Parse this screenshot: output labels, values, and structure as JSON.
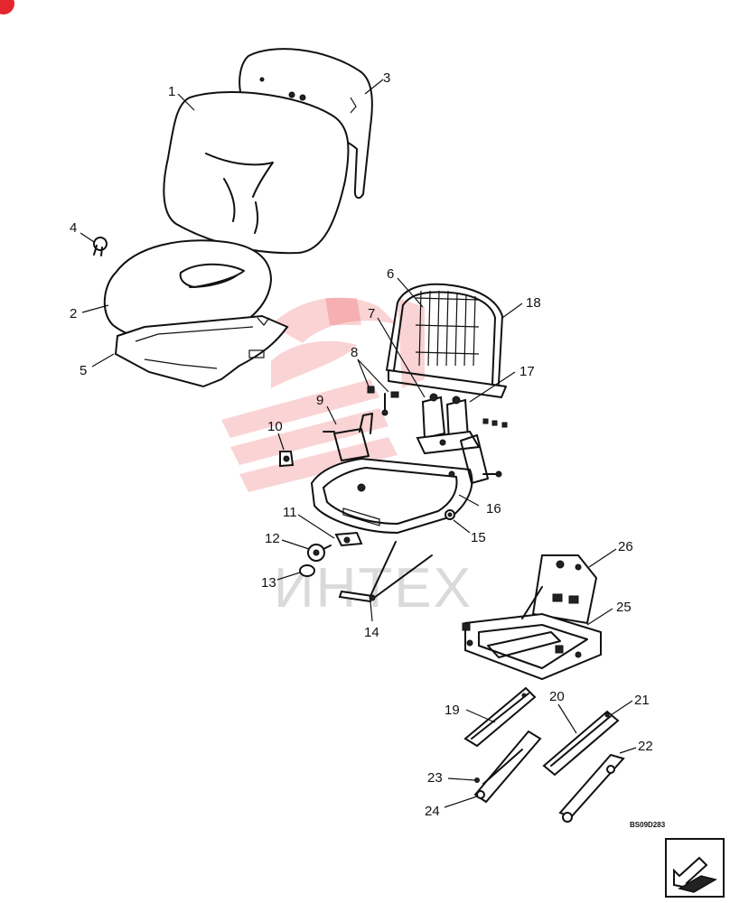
{
  "callouts": [
    "1",
    "2",
    "3",
    "4",
    "5",
    "6",
    "7",
    "8",
    "9",
    "10",
    "11",
    "12",
    "13",
    "14",
    "15",
    "16",
    "17",
    "18",
    "19",
    "20",
    "21",
    "22",
    "23",
    "24",
    "25",
    "26"
  ],
  "drawing_code": "BS09D283",
  "watermark_text": "ИНТЕХ",
  "colors": {
    "line": "#111111",
    "watermark": "#e8353b",
    "badge": "#e4262e"
  },
  "icons": {
    "corner_badge": "red-dot-icon",
    "nav_arrow": "arrow-icon"
  }
}
